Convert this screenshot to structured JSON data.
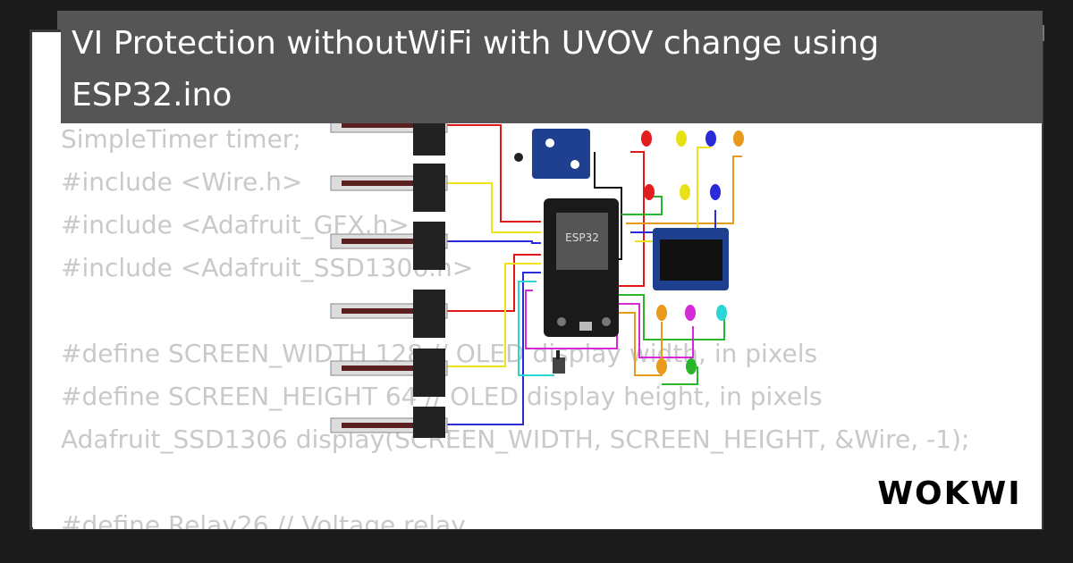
{
  "title": "VI Protection withoutWiFi with UVOV change using ESP32.ino",
  "code_lines": [
    "SimpleTimer timer;",
    "#include <Wire.h>",
    "#include <Adafruit_GFX.h>",
    "#include <Adafruit_SSD1306.h>",
    "",
    "#define SCREEN_WIDTH 128 // OLED display width, in pixels",
    "#define SCREEN_HEIGHT 64 // OLED display height, in pixels",
    "Adafruit_SSD1306 display(SCREEN_WIDTH, SCREEN_HEIGHT, &Wire, -1);",
    "",
    "#define Relay26 // Voltage relay"
  ],
  "board_label": "ESP32",
  "brand": "WOKWI",
  "colors": {
    "background": "#1b1b1b",
    "title_bar": "#555555",
    "code_text": "#c9c9c9",
    "led_red": "#e11d1d",
    "led_yellow": "#e7e117",
    "led_blue": "#2a2ad8",
    "led_orange": "#e89a1c",
    "led_magenta": "#d62ad6",
    "led_cyan": "#2ad6d6",
    "led_green": "#2ab52a"
  },
  "icons": [
    "esp32-board-icon",
    "slide-potentiometer-icon",
    "oled-display-icon",
    "led-icon",
    "sensor-module-icon",
    "slide-switch-icon",
    "wokwi-logo-icon"
  ]
}
